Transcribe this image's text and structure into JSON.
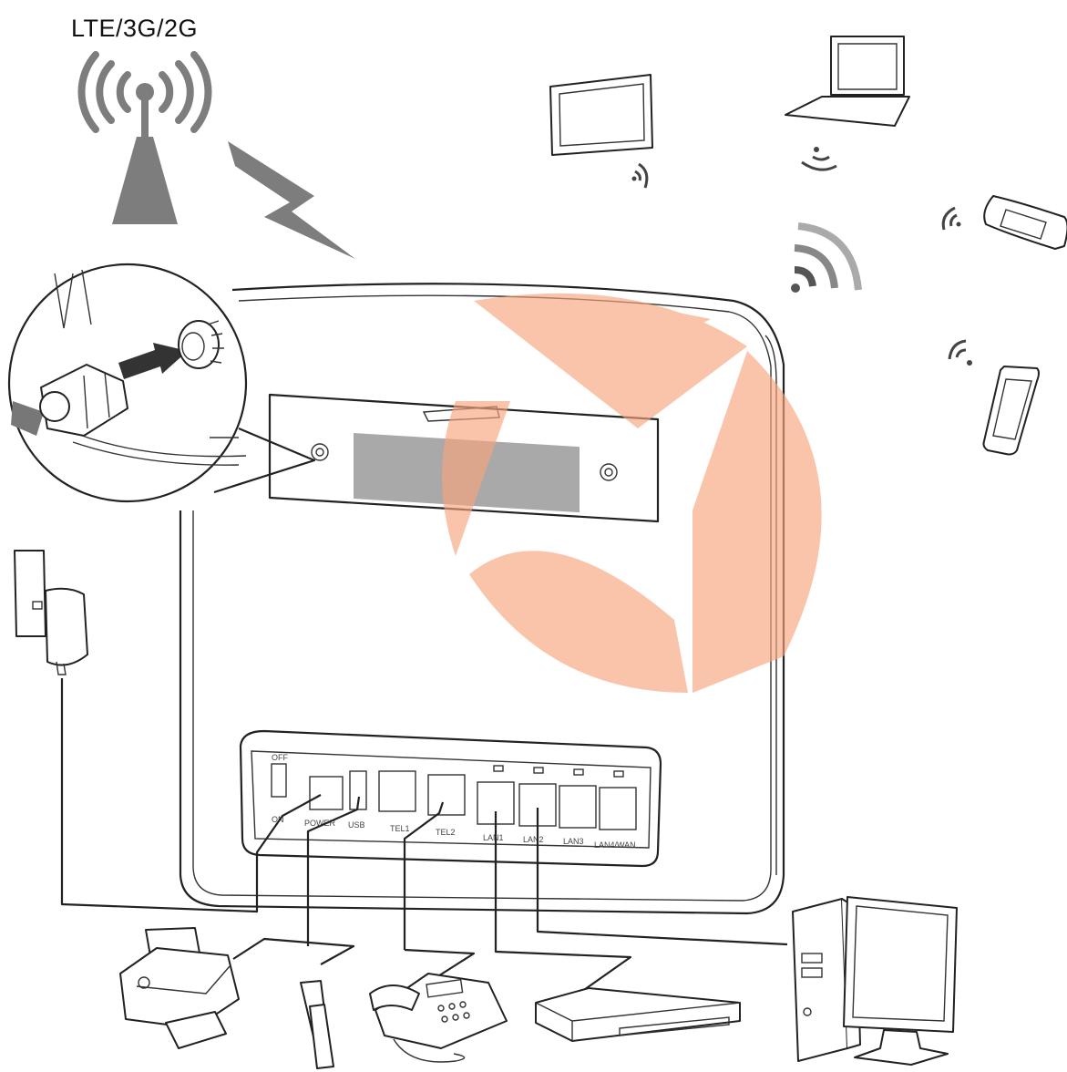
{
  "network_label": "LTE/3G/2G",
  "ports": {
    "off": "OFF",
    "on": "ON",
    "power": "POWER",
    "usb": "USB",
    "tel1": "TEL1",
    "tel2": "TEL2",
    "lan1": "LAN1",
    "lan2": "LAN2",
    "lan3": "LAN3",
    "lan4wan": "LAN4/WAN"
  },
  "colors": {
    "watermark": "#f7a57d",
    "line": "#222222",
    "signal_gray": "#8c8c8c"
  },
  "icons": [
    "cell-tower-icon",
    "lightning-icon",
    "wifi-icon",
    "tablet-icon",
    "laptop-icon",
    "game-console-icon",
    "smartphone-icon",
    "power-adapter-icon",
    "printer-icon",
    "usb-drive-icon",
    "telephone-icon",
    "switch-icon",
    "desktop-computer-icon"
  ]
}
